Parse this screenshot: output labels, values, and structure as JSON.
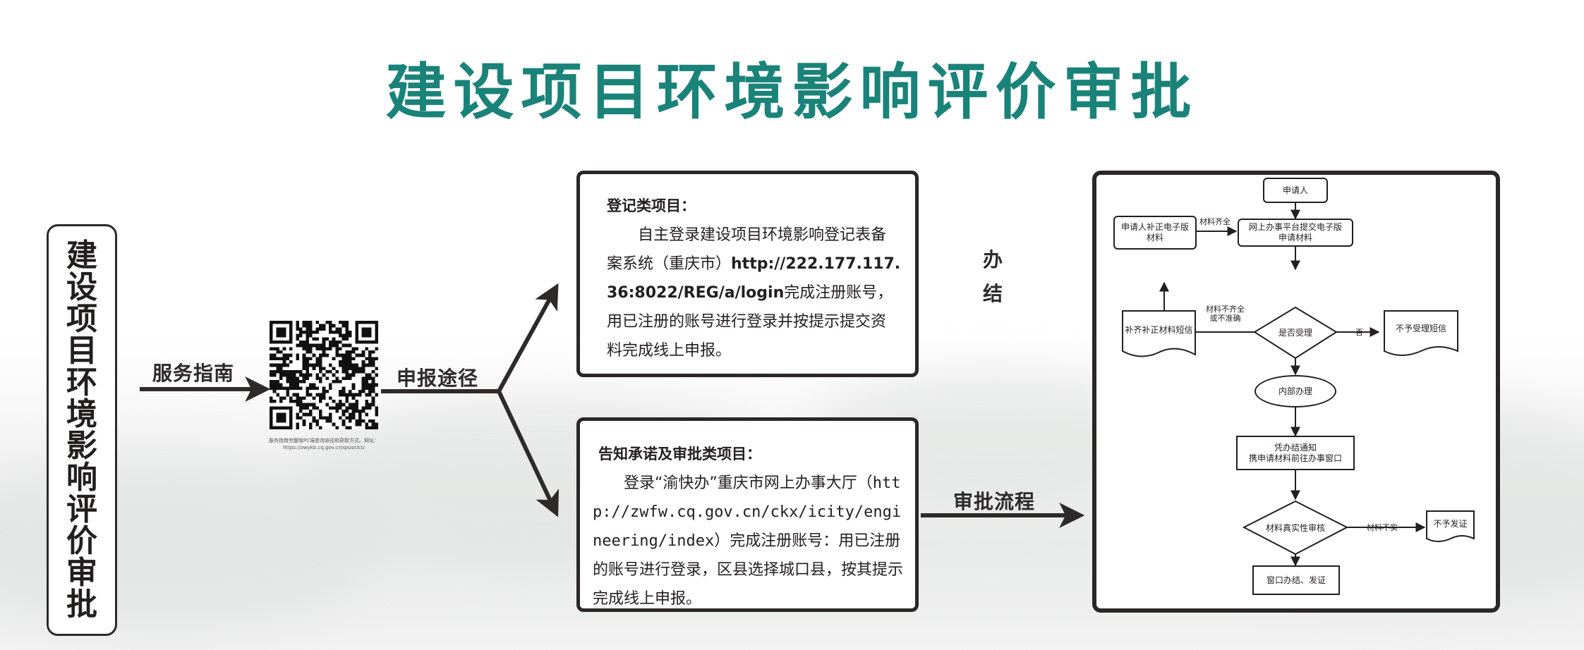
{
  "title": "建设项目环境影响评价审批",
  "side_title": [
    "建",
    "设",
    "项",
    "目",
    "环",
    "境",
    "影",
    "响",
    "评",
    "价",
    "审",
    "批"
  ],
  "labels": {
    "guide": "服务指南",
    "route": "申报途径",
    "flow": "审批流程",
    "done": "办结"
  },
  "qr_caption": "服务指南完整版PC端查询途径和获取方式。网址：https://zwykb.cq.gov.cn/qxzzclct/",
  "box_registration": {
    "heading": "登记类项目：",
    "text_a": "自主登录建设项目环境影响登记表备案系统（重庆市）",
    "url": "http://222.177.117.36:8022/REG/a/login",
    "text_b": "完成注册账号，用已注册的账号进行登录并按提示提交资料完成线上申报。"
  },
  "box_approval": {
    "heading": "告知承诺及审批类项目：",
    "text_a": "登录“渝快办”重庆市网上办事大厅（",
    "url": "http://zwfw.cq.gov.cn/ckx/icity/engineering/index",
    "text_b": "）完成注册账号：用已注册的账号进行登录，区县选择城口县，按其提示完成线上申报。"
  },
  "flowchart": {
    "applicant": "申请人",
    "submit": [
      "网上办事平台提交电子版",
      "申请材料"
    ],
    "supplement_e": [
      "申请人补正电子版",
      "材料"
    ],
    "supplement_notice": "补齐补正材料短信",
    "accept": "是否受理",
    "reject_notice": "不予受理短信",
    "internal": "内部办理",
    "completion": [
      "凭办结通知",
      "携申请材料前往办事窗口"
    ],
    "verify": "材料真实性审核",
    "no_cert": "不予发证",
    "window": "窗口办结、发证",
    "edge_complete": "材料齐全",
    "edge_incomplete": [
      "材料不齐全",
      "或不准确"
    ],
    "edge_no": "否",
    "edge_false": "材料不实"
  }
}
